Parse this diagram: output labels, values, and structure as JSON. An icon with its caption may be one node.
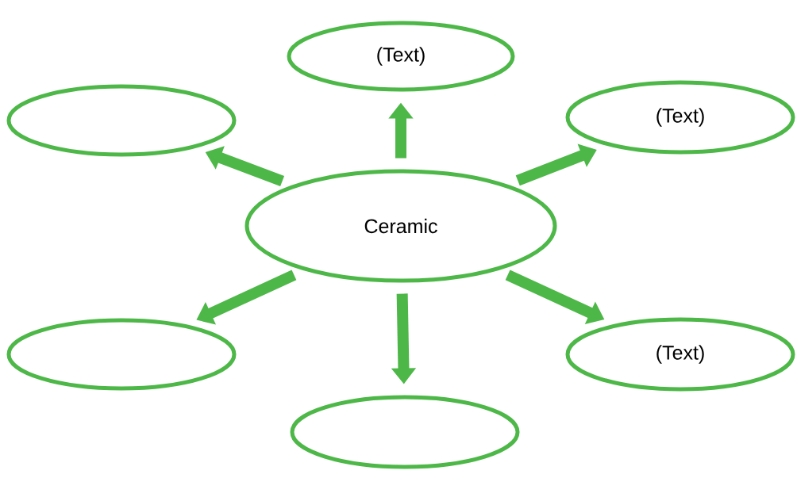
{
  "diagram": {
    "nodes": [
      {
        "text": [
          "Ceramic"
        ]
      },
      {
        "text": [
          "(Text)"
        ]
      },
      {
        "text": [],
        "shape": "ellipse"
      },
      {
        "text": [
          "(Text)"
        ]
      },
      {
        "text": [],
        "shape": "ellipse"
      },
      {
        "text": [
          "(Text)"
        ]
      },
      {
        "text": [],
        "shape": "ellipse"
      }
    ],
    "edges": [
      {
        "from": 0,
        "to": 1,
        "arrow": "to"
      },
      {
        "from": 0,
        "to": 2,
        "arrow": "to"
      },
      {
        "from": 0,
        "to": 3,
        "arrow": "to"
      },
      {
        "from": 0,
        "to": 4,
        "arrow": "to"
      },
      {
        "from": 0,
        "to": 5,
        "arrow": "to"
      },
      {
        "from": 0,
        "to": 6,
        "arrow": "to"
      }
    ]
  }
}
